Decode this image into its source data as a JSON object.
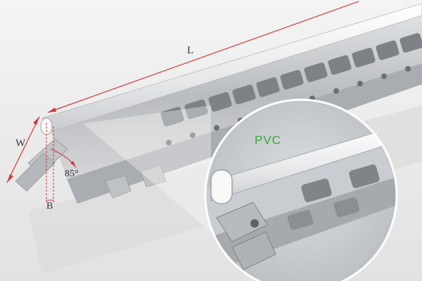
{
  "labels": {
    "length": "L",
    "width": "W",
    "base": "B",
    "angle": "85°",
    "material": "PVC"
  },
  "colors": {
    "dimension_line": "#d4363a",
    "material_label": "#3aa83a",
    "background": "#ededed",
    "metal": "#c8cbce",
    "pvc": "#f2f3f4"
  }
}
